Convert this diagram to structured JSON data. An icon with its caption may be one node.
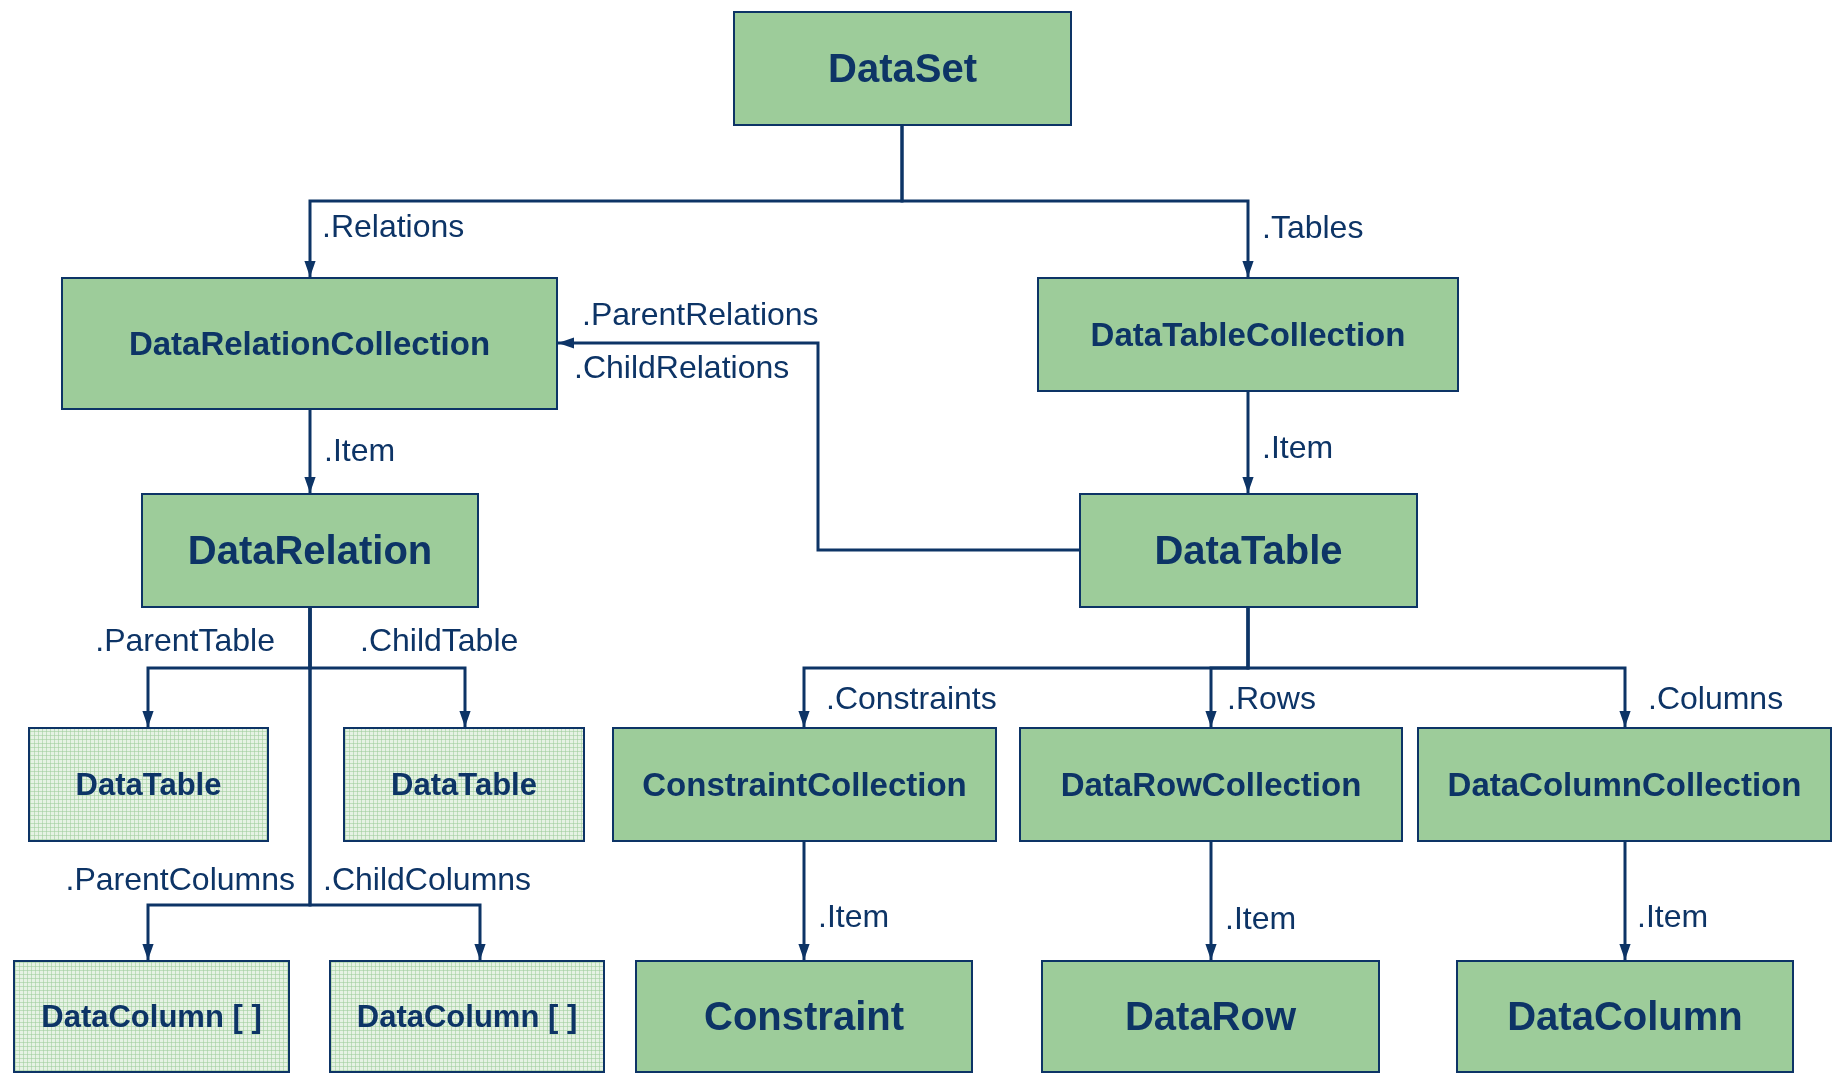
{
  "diagram": {
    "nodes": [
      {
        "text": [
          "DataSet"
        ]
      },
      {
        "text": [
          "DataRelationCollection"
        ]
      },
      {
        "text": [
          "DataTableCollection"
        ]
      },
      {
        "text": [
          "DataRelation"
        ]
      },
      {
        "text": [
          "DataTable"
        ]
      },
      {
        "text": [
          "DataTable"
        ]
      },
      {
        "text": [
          "DataTable"
        ]
      },
      {
        "text": [
          "ConstraintCollection"
        ]
      },
      {
        "text": [
          "DataRowCollection"
        ]
      },
      {
        "text": [
          "DataColumnCollection"
        ]
      },
      {
        "text": [
          "DataColumn [ ]"
        ]
      },
      {
        "text": [
          "DataColumn [ ]"
        ]
      },
      {
        "text": [
          "Constraint"
        ]
      },
      {
        "text": [
          "DataRow"
        ]
      },
      {
        "text": [
          "DataColumn"
        ]
      }
    ],
    "edges": [
      {
        "from": 0,
        "to": 1,
        "arrow": "to",
        "label": ".Relations"
      },
      {
        "from": 0,
        "to": 2,
        "arrow": "to",
        "label": ".Tables"
      },
      {
        "from": 1,
        "to": 3,
        "arrow": "to",
        "label": ".Item"
      },
      {
        "from": 2,
        "to": 4,
        "arrow": "to",
        "label": ".Item"
      },
      {
        "from": 4,
        "to": 1,
        "arrow": "to",
        "label": ".ParentRelations"
      },
      {
        "from": 3,
        "to": 5,
        "arrow": "to",
        "label": ".ParentTable"
      },
      {
        "from": 3,
        "to": 6,
        "arrow": "to",
        "label": ".ChildTable"
      },
      {
        "from": 3,
        "to": 10,
        "arrow": "to",
        "label": ".ParentColumns"
      },
      {
        "from": 3,
        "to": 11,
        "arrow": "to",
        "label": ".ChildColumns"
      },
      {
        "from": 4,
        "to": 7,
        "arrow": "to",
        "label": ".Constraints"
      },
      {
        "from": 4,
        "to": 8,
        "arrow": "to",
        "label": ".Rows"
      },
      {
        "from": 4,
        "to": 9,
        "arrow": "to",
        "label": ".Columns"
      },
      {
        "from": 7,
        "to": 12,
        "arrow": "to",
        "label": ".Item"
      },
      {
        "from": 8,
        "to": 13,
        "arrow": "to",
        "label": ".Item"
      },
      {
        "from": 9,
        "to": 14,
        "arrow": "to",
        "label": ".Item"
      }
    ],
    "labels": [
      ".ChildRelations"
    ]
  }
}
